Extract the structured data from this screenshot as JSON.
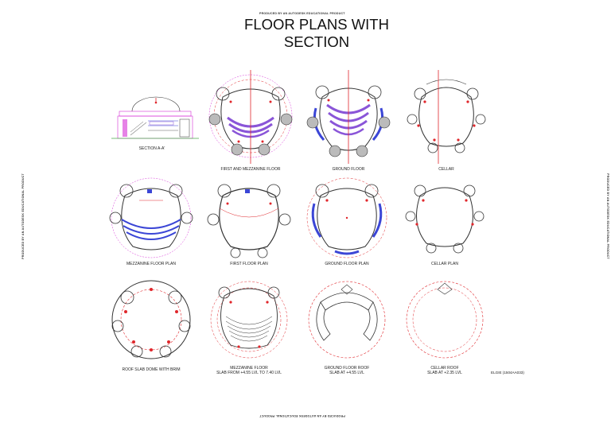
{
  "watermark": "PRODUCED BY AN AUTODESK EDUCATIONAL PRODUCT",
  "title": {
    "line1": "FLOOR PLANS WITH",
    "line2": "SECTION"
  },
  "captions": {
    "section": "SECTION A-A'",
    "first_mezz": "FIRST AND MEZZANINE FLOOR",
    "ground": "GROUND FLOOR",
    "cellar": "CELLAR",
    "mezz_plan": "MEZZANINE FLOOR PLAN",
    "first_plan": "FIRST FLOOR PLAN",
    "ground_plan": "GROUND FLOOR PLAN",
    "cellar_plan": "CELLAR PLAN",
    "roof_dome": "ROOF SLAB DOME WITH BRIM",
    "mezz_slab_1": "MEZZANINE FLOOR",
    "mezz_slab_2": "SLAB FROM +4.55 LVL TO 7.40 LVL",
    "ground_roof_1": "GROUND FLOOR ROOF",
    "ground_roof_2": "SLAB AT +4.55 LVL",
    "cellar_roof_1": "CELLAR ROOF",
    "cellar_roof_2": "SLAB AT +2.35 LVL"
  },
  "signature": "ELGIE (1504AA033)",
  "colors": {
    "line": "#333333",
    "red": "#e0262b",
    "magenta": "#d62fd6",
    "blue": "#3b46d6",
    "purple": "#8a55d8",
    "green": "#4aa84a"
  }
}
